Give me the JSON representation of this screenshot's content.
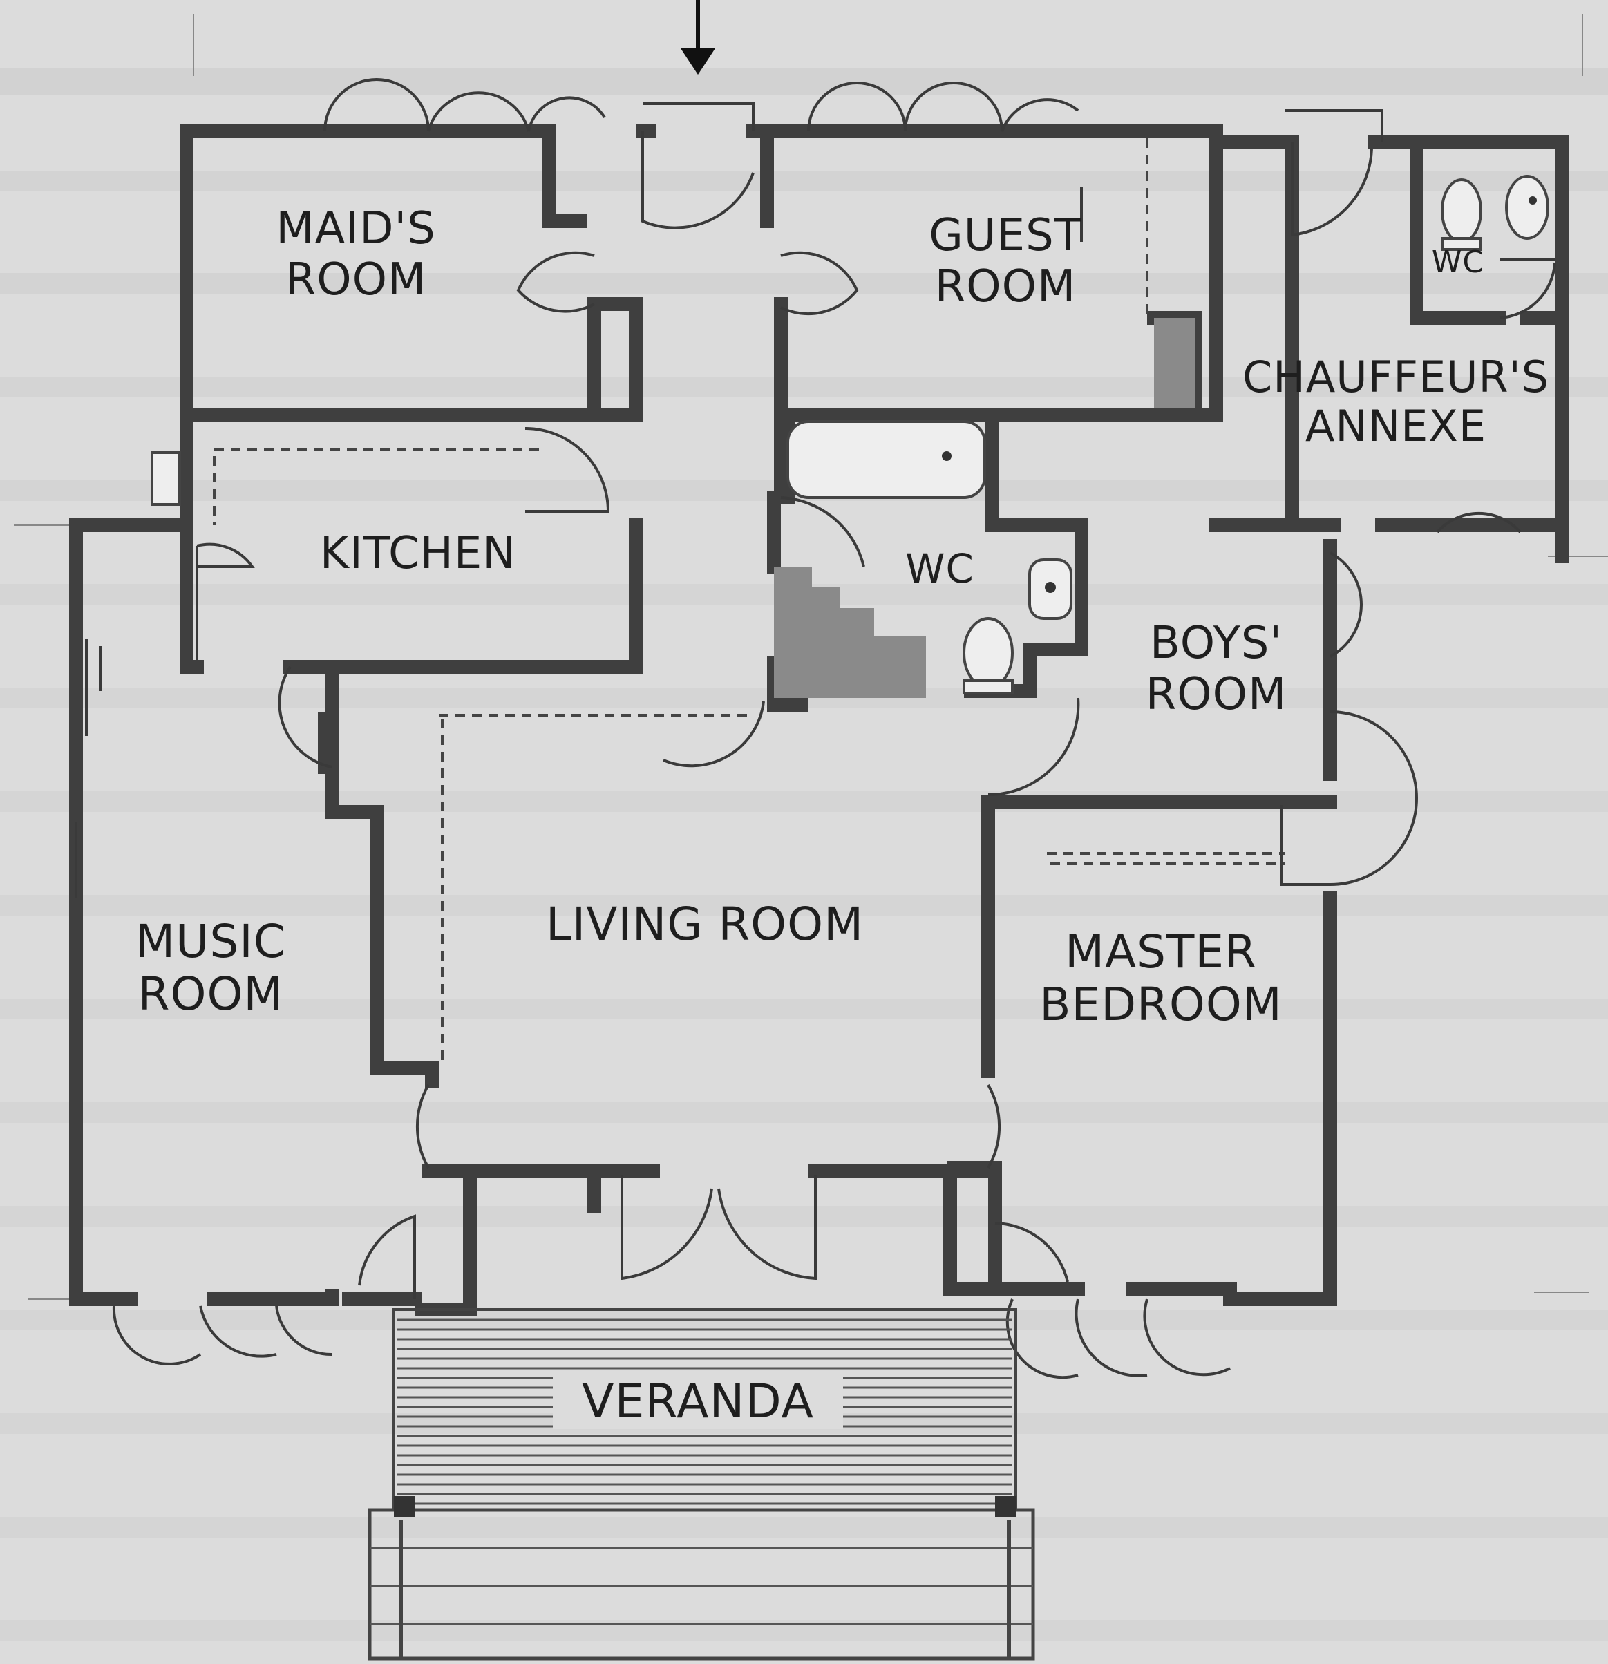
{
  "plan": {
    "entrance_marker": "arrow-down-icon",
    "rooms": {
      "maids_room": {
        "line1": "MAID'S",
        "line2": "ROOM"
      },
      "guest_room": {
        "line1": "GUEST",
        "line2": "ROOM"
      },
      "wc_small": {
        "line1": "WC"
      },
      "chauffeur": {
        "line1": "CHAUFFEUR'S",
        "line2": "ANNEXE"
      },
      "kitchen": {
        "line1": "KITCHEN"
      },
      "wc_main": {
        "line1": "WC"
      },
      "boys_room": {
        "line1": "BOYS'",
        "line2": "ROOM"
      },
      "music_room": {
        "line1": "MUSIC",
        "line2": "ROOM"
      },
      "living_room": {
        "line1": "LIVING ROOM"
      },
      "master_bedroom": {
        "line1": "MASTER",
        "line2": "BEDROOM"
      },
      "veranda": {
        "line1": "VERANDA"
      }
    },
    "colors": {
      "paper": "#dcdcdc",
      "wall": "#3f3f3f",
      "ink": "#1e1e1e",
      "show_through_text": "#c3c3c3"
    }
  }
}
